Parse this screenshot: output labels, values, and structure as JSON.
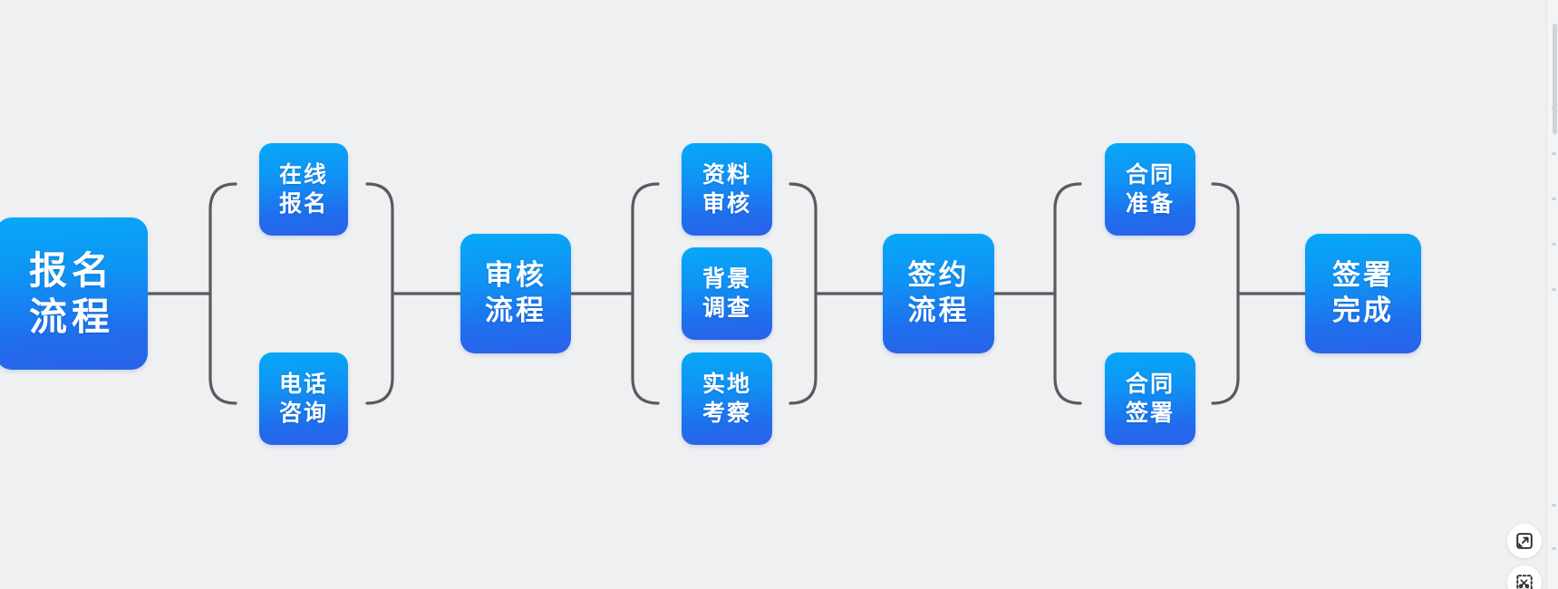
{
  "background_color": "#eff0f2",
  "connector_color": "#5b5b5f",
  "node_gradient": {
    "from": "#06a8f7",
    "to": "#2a61ea"
  },
  "diagram": {
    "title": "报名流程",
    "root": {
      "name": "root-node",
      "line1": "报名",
      "line2": "流程"
    },
    "branches": [
      {
        "name": "branch-signup",
        "leaves": [
          {
            "name": "leaf-online-signup",
            "line1": "在线",
            "line2": "报名"
          },
          {
            "name": "leaf-phone-consult",
            "line1": "电话",
            "line2": "咨询"
          }
        ],
        "stage": {
          "name": "stage-review",
          "line1": "审核",
          "line2": "流程"
        }
      },
      {
        "name": "branch-review",
        "leaves": [
          {
            "name": "leaf-document-review",
            "line1": "资料",
            "line2": "审核"
          },
          {
            "name": "leaf-background-check",
            "line1": "背景",
            "line2": "调查"
          },
          {
            "name": "leaf-site-inspection",
            "line1": "实地",
            "line2": "考察"
          }
        ],
        "stage": {
          "name": "stage-contract",
          "line1": "签约",
          "line2": "流程"
        }
      },
      {
        "name": "branch-contract",
        "leaves": [
          {
            "name": "leaf-contract-prepare",
            "line1": "合同",
            "line2": "准备"
          },
          {
            "name": "leaf-contract-sign",
            "line1": "合同",
            "line2": "签署"
          }
        ],
        "stage": {
          "name": "final-node",
          "line1": "签署",
          "line2": "完成"
        }
      }
    ]
  },
  "controls": {
    "expand": {
      "name": "expand-icon",
      "label": "全屏"
    },
    "clip": {
      "name": "scissors-clip-icon",
      "label": "截图"
    }
  }
}
